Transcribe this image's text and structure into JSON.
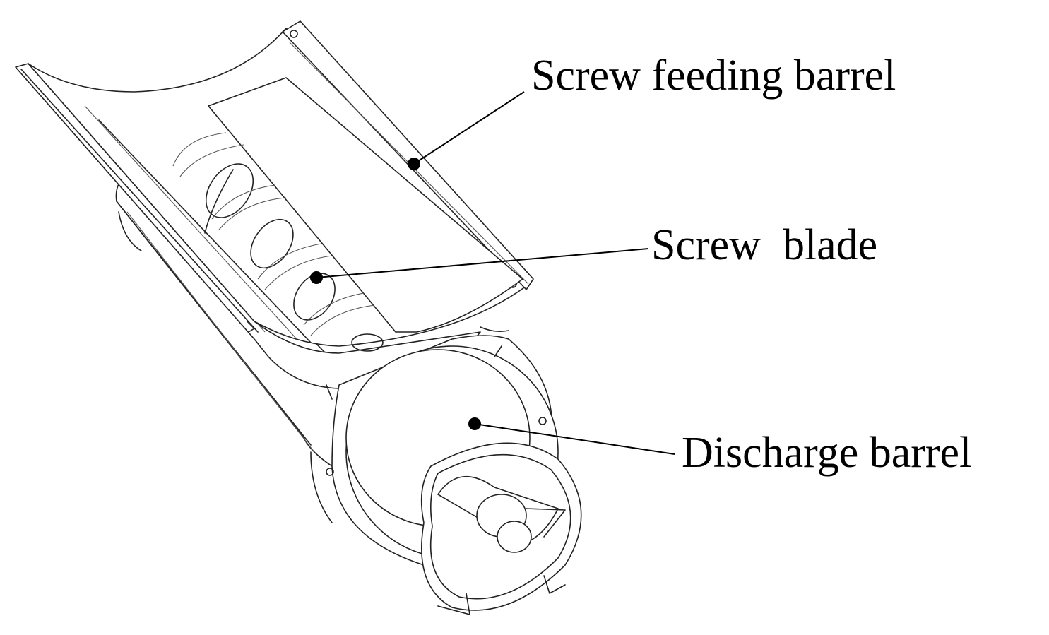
{
  "labels": {
    "screw_feeding_barrel": "Screw feeding barrel",
    "screw_blade": "Screw  blade",
    "discharge_barrel": "Discharge barrel"
  },
  "colors": {
    "line": "#222222",
    "text": "#000000",
    "background": "#ffffff"
  }
}
